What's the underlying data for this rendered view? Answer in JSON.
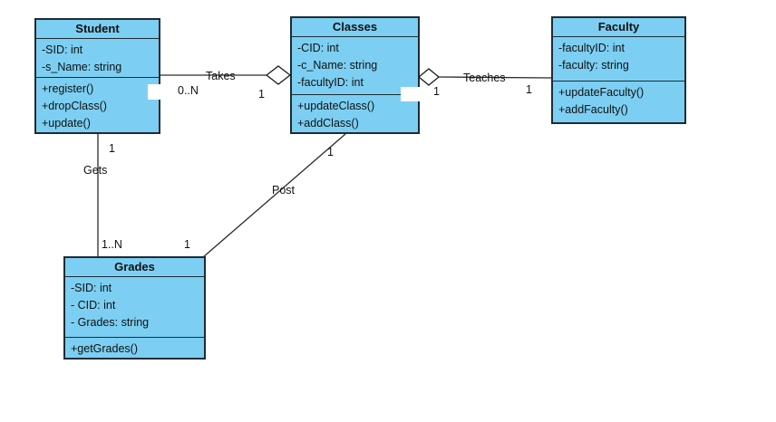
{
  "canvas": {
    "background": "#ffffff",
    "class_fill": "#7ccff2",
    "border_color": "#1e2b33",
    "line_color": "#2a2a2a"
  },
  "classes": {
    "student": {
      "title": "Student",
      "attributes": [
        "-SID: int",
        "-s_Name: string"
      ],
      "methods": [
        "+register()",
        "+dropClass()",
        "+update()"
      ]
    },
    "classes": {
      "title": "Classes",
      "attributes": [
        "-CID: int",
        "-c_Name: string",
        "-facultyID: int"
      ],
      "methods": [
        "+updateClass()",
        "+addClass()"
      ]
    },
    "faculty": {
      "title": "Faculty",
      "attributes": [
        "-facultyID: int",
        "-faculty: string"
      ],
      "methods": [
        "+updateFaculty()",
        "+addFaculty()"
      ]
    },
    "grades": {
      "title": "Grades",
      "attributes": [
        "-SID: int",
        "- CID: int",
        "- Grades: string"
      ],
      "methods": [
        "+getGrades()"
      ]
    }
  },
  "relationships": {
    "takes": {
      "label": "Takes",
      "multiplicity_student": "0..N",
      "multiplicity_classes": "1"
    },
    "teaches": {
      "label": "Teaches",
      "multiplicity_classes": "1",
      "multiplicity_faculty": "1"
    },
    "gets": {
      "label": "Gets",
      "multiplicity_student": "1",
      "multiplicity_grades": "1..N"
    },
    "post": {
      "label": "Post",
      "multiplicity_classes": "1",
      "multiplicity_grades": "1"
    }
  }
}
